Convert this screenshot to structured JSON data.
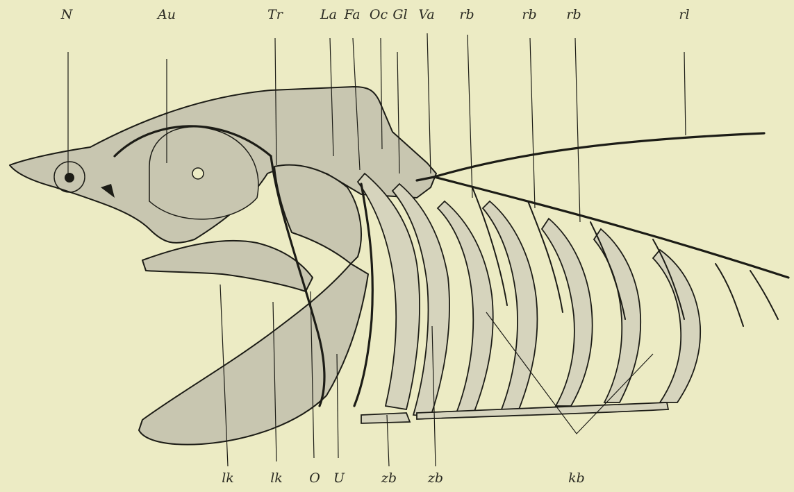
{
  "labels": {
    "top": {
      "N": "N",
      "Au": "Au",
      "Tr": "Tr",
      "La": "La",
      "Fa": "Fa",
      "Oc": "Oc",
      "Gl": "Gl",
      "Va": "Va",
      "rb1": "rb",
      "rb2": "rb",
      "rb3": "rb",
      "rl": "rl"
    },
    "bottom": {
      "lk1": "lk",
      "lk2": "lk",
      "O": "O",
      "U": "U",
      "zb1": "zb",
      "zb2": "zb",
      "kb": "kb"
    }
  },
  "colors": {
    "paper": "#ecebc4",
    "tissue": "#c8c6b0",
    "cartilage": "#d6d4bd",
    "ink": "#1c1c16"
  }
}
